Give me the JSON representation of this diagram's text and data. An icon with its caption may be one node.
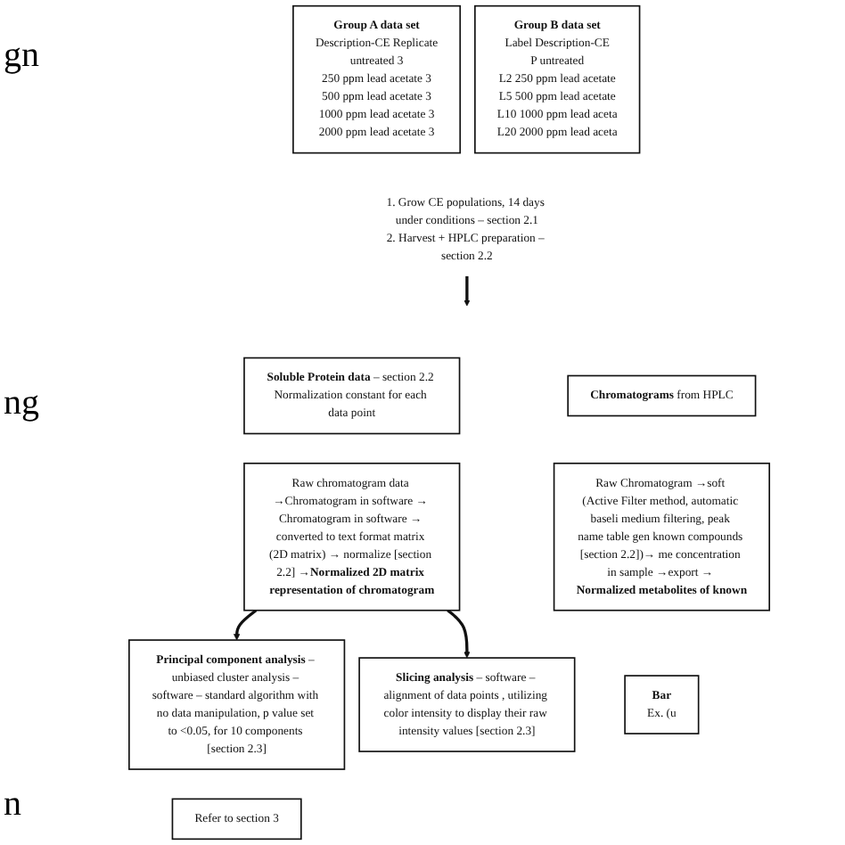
{
  "diagram": {
    "nodes": [
      {
        "text": [
          "**Group A data set**",
          "Description-CE Replicate",
          "untreated 3",
          "250 ppm lead acetate 3",
          "500 ppm lead acetate 3",
          "1000 ppm lead acetate 3",
          "2000 ppm lead acetate 3"
        ]
      },
      {
        "text": [
          "**Group B data set**",
          "Label Description-CE",
          "P untreated",
          "L2 250 ppm lead acetate",
          "L5 500 ppm lead acetate",
          "L10 1000 ppm lead aceta",
          "L20 2000 ppm lead aceta"
        ]
      },
      {
        "text": [
          "1. Grow CE populations, 14 days under conditions – section 2.1",
          "2. Harvest + HPLC preparation – section 2.2"
        ]
      },
      {
        "text": [
          "**Soluble Protein data** – section 2.2 Normalization constant for each data point"
        ]
      },
      {
        "text": [
          "**Chromatograms** from HPLC"
        ]
      },
      {
        "text": [
          "Raw chromatogram data →Chromatogram in software → Chromatogram in software → converted to text format matrix (2D matrix) → normalize [section 2.2] →**Normalized 2D matrix representation of chromatogram**"
        ]
      },
      {
        "text": [
          "Raw Chromatogram →soft (Active Filter method, automatic baseli medium filtering, peak name table gen known compounds [section 2.2])→ me concentration in sample →export → **Normalized metabolites of known**"
        ]
      },
      {
        "text": [
          "**Principal component analysis** – unbiased cluster analysis – software – standard algorithm with no data manipulation, p value set to <0.05, for 10 components [section 2.3]"
        ]
      },
      {
        "text": [
          "**Slicing analysis** – software – alignment of data points , utilizing color intensity to display their raw intensity values [section 2.3]"
        ]
      },
      {
        "text": [
          "**Bar**",
          "Ex. (u"
        ]
      },
      {
        "text": [
          "Refer to section 3"
        ]
      }
    ],
    "edges": [
      {
        "from": 2,
        "to": null,
        "arrow": "to"
      },
      {
        "from": 5,
        "to": 7,
        "arrow": "to"
      },
      {
        "from": 5,
        "to": 8,
        "arrow": "to"
      }
    ],
    "labels": [
      "gn",
      "ng",
      "n"
    ]
  }
}
